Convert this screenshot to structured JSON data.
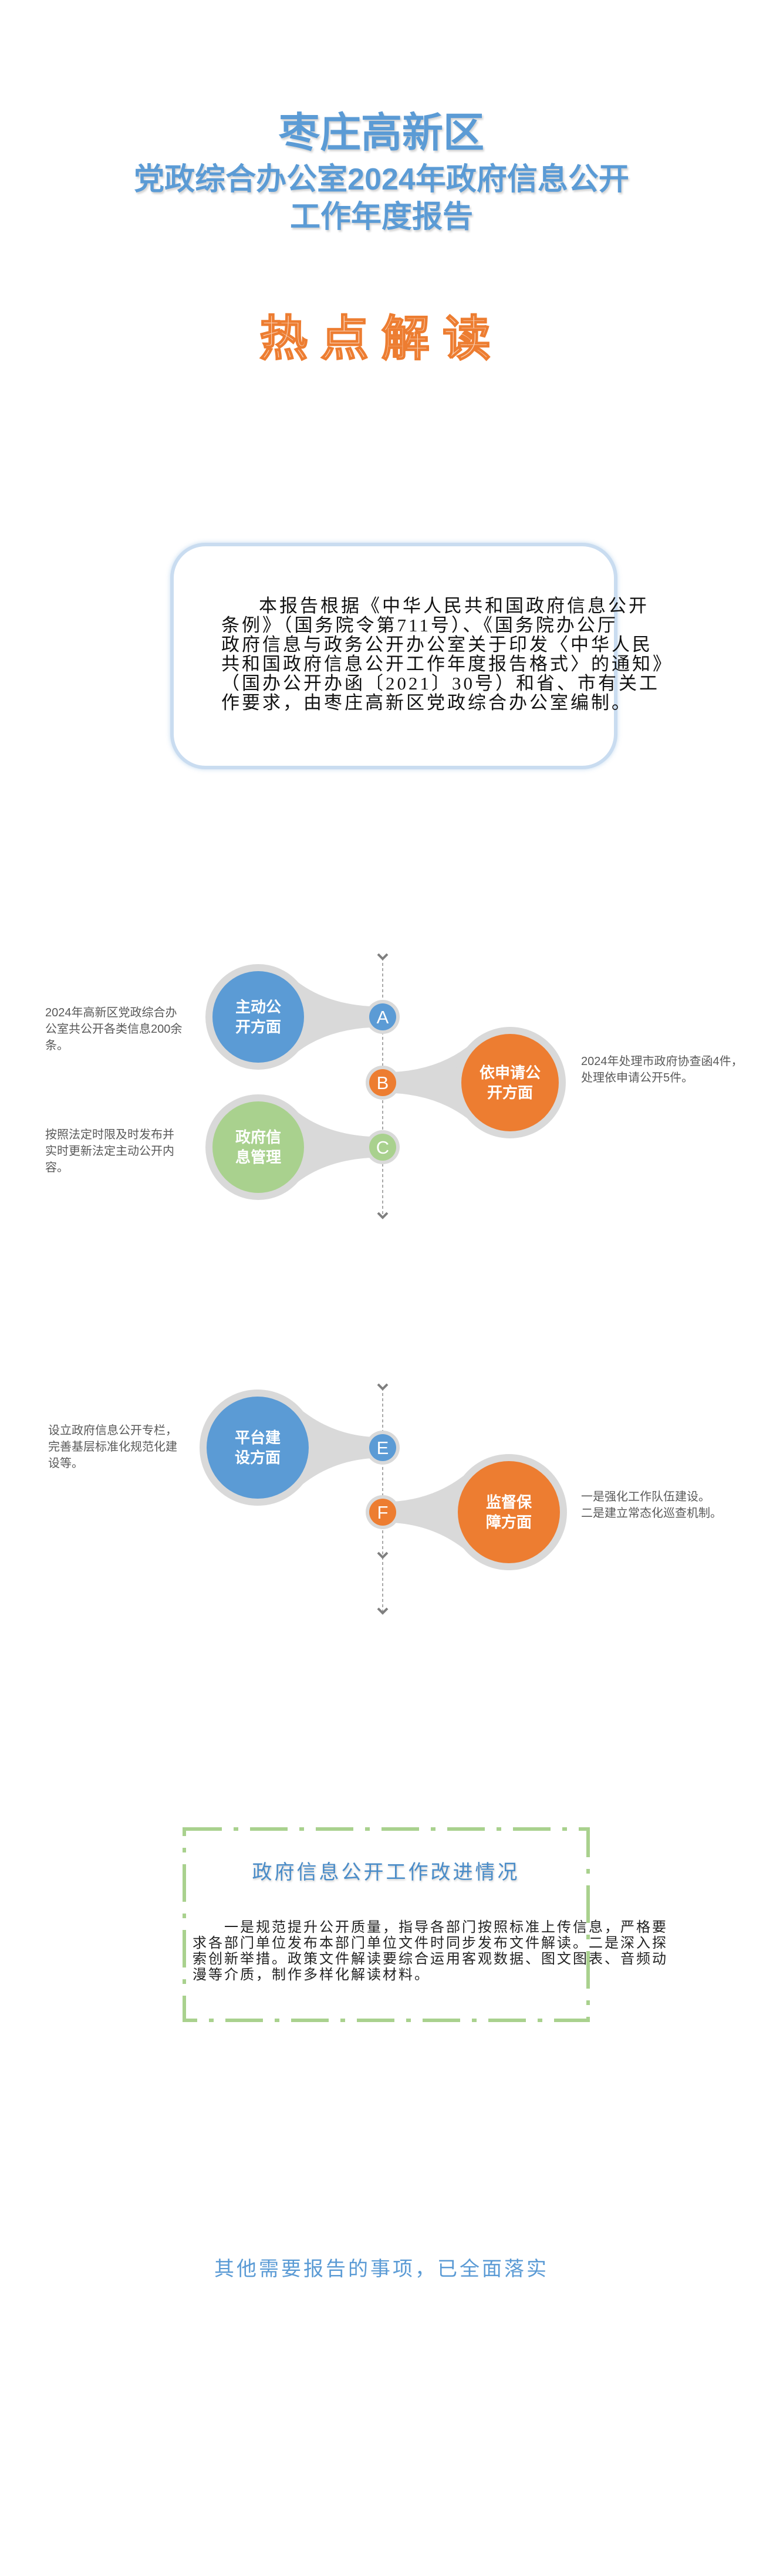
{
  "header": {
    "title": "枣庄高新区",
    "subtitle_line1": "党政综合办公室2024年政府信息公开",
    "subtitle_line2": "工作年度报告"
  },
  "hot_topic": {
    "label": "热点解读"
  },
  "intro": {
    "lines": [
      "本报告根据《中华人民共和国政府信息公开",
      "条例》（国务院令第711号）、《国务院办公厅",
      "政府信息与政务公开办公室关于印发〈中华人民",
      "共和国政府信息公开工作年度报告格式〉的通知》",
      "（国办公开办函〔2021〕30号）和省、市有关工",
      "作要求，由枣庄高新区党政综合办公室编制。"
    ]
  },
  "diagram1": {
    "items": [
      {
        "letter": "A",
        "color": "#5b9bd5",
        "label": [
          "主动公",
          "开方面"
        ],
        "desc": [
          "2024年高新区党政综合办",
          "公室共公开各类信息200余",
          "条。"
        ]
      },
      {
        "letter": "B",
        "color": "#ed7d31",
        "label": [
          "依申请公",
          "开方面"
        ],
        "desc": [
          "2024年处理市政府协查函4件，",
          "处理依申请公开5件。"
        ]
      },
      {
        "letter": "C",
        "color": "#a9d18e",
        "label": [
          "政府信",
          "息管理"
        ],
        "desc": [
          "按照法定时限及时发布并",
          "实时更新法定主动公开内",
          "容。"
        ]
      }
    ]
  },
  "diagram2": {
    "items": [
      {
        "letter": "E",
        "color": "#5b9bd5",
        "label": [
          "平台建",
          "设方面"
        ],
        "desc": [
          "设立政府信息公开专栏，",
          "完善基层标准化规范化建",
          "设等。"
        ]
      },
      {
        "letter": "F",
        "color": "#ed7d31",
        "label": [
          "监督保",
          "障方面"
        ],
        "desc": [
          "一是强化工作队伍建设。",
          "二是建立常态化巡查机制。"
        ]
      }
    ]
  },
  "improvement": {
    "title": "政府信息公开工作改进情况",
    "lines": [
      "　　一是规范提升公开质量，指导各部门按照标准上传信息，严格要",
      "求各部门单位发布本部门单位文件时同步发布文件解读。二是深入探",
      "索创新举措。政策文件解读要综合运用客观数据、图文图表、音频动",
      "漫等介质，制作多样化解读材料。"
    ],
    "border_color": "#a9d18e"
  },
  "footer": {
    "other_matters": "其他需要报告的事项，已全面落实"
  }
}
